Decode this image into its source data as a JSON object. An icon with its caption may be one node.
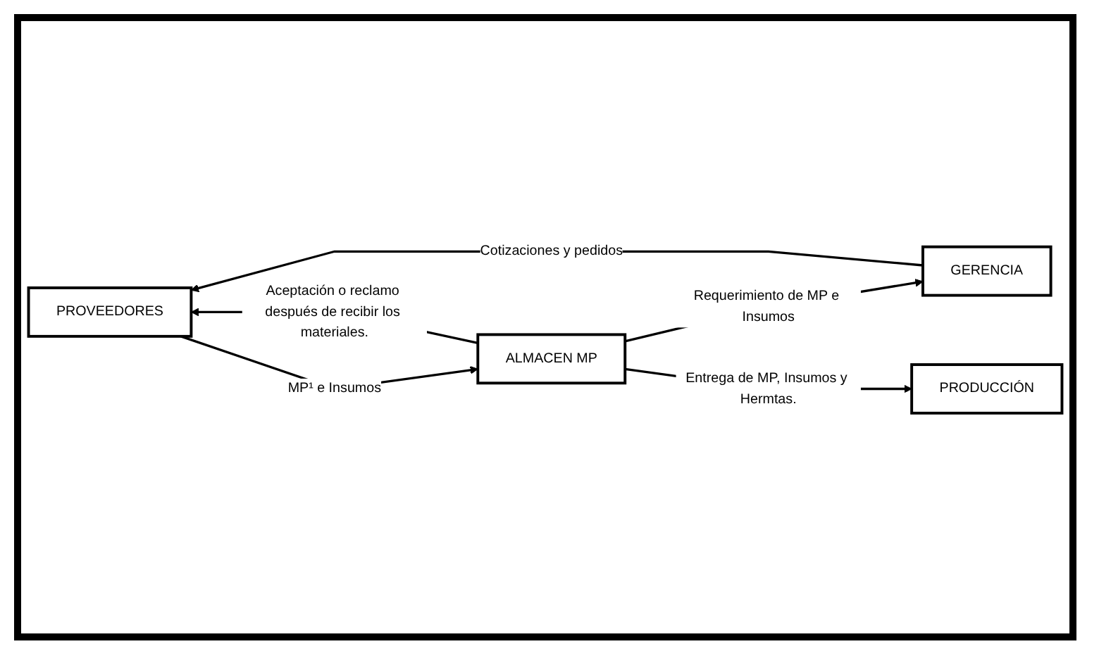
{
  "diagram": {
    "nodes": [
      {
        "text": [
          "PROVEEDORES"
        ]
      },
      {
        "text": [
          "ALMACEN MP"
        ]
      },
      {
        "text": [
          "GERENCIA"
        ]
      },
      {
        "text": [
          "PRODUCCIÓN"
        ]
      }
    ],
    "edges": [
      {
        "from": 1,
        "to": 0,
        "arrow": "to",
        "label": "Aceptación o reclamo después de recibir los materiales."
      },
      {
        "from": 0,
        "to": 1,
        "arrow": "to",
        "label": "MP¹ e Insumos"
      },
      {
        "from": 2,
        "to": 0,
        "arrow": "to",
        "label": "Cotizaciones y pedidos"
      },
      {
        "from": 1,
        "to": 2,
        "arrow": "to",
        "label": "Requerimiento de MP e Insumos"
      },
      {
        "from": 1,
        "to": 3,
        "arrow": "to",
        "label": "Entrega de MP, Insumos y Hermtas."
      }
    ]
  }
}
